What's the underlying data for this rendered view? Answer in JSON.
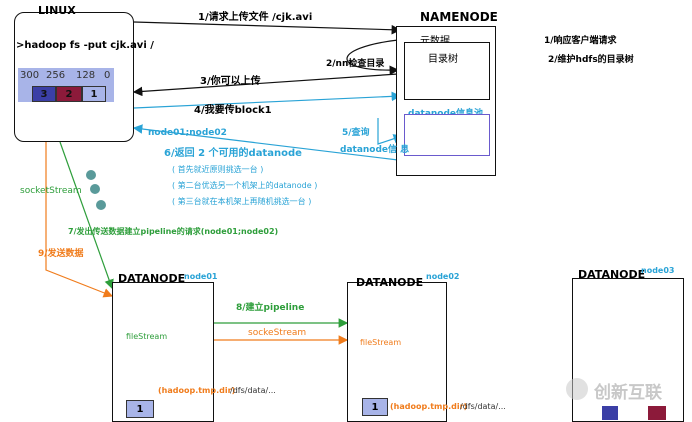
{
  "linux": {
    "title": "LINUX",
    "command": ">hadoop fs -put  cjk.avi   /",
    "offsets": [
      "300",
      "256",
      "128",
      "0"
    ],
    "blocks": [
      "3",
      "2",
      "1"
    ]
  },
  "namenode": {
    "title": "NAMENODE",
    "metadata_label": "元数据",
    "tree_label": "目录树",
    "datanode_pool_label": "datanode信息池",
    "datanode_info_label": "datanode信 息",
    "duties": [
      "1/响应客户端请求",
      "2/维护hdfs的目录树"
    ]
  },
  "steps": {
    "s1": "1/请求上传文件   /cjk.avi",
    "s2": "2/nn检查目录",
    "s3": "3/你可以上传",
    "s4": "4/我要传block1",
    "s5": "5/查询",
    "s6_nodes": "node01;node02",
    "s6": "6/返回 2 个可用的datanode",
    "hints": [
      "( 首先就近原则挑选一台 )",
      "( 第二台优选另一个机架上的datanode )",
      "( 第三台就在本机架上再随机挑选一台 )"
    ],
    "socket_stream": "socketStream",
    "s7": "7/发出传送数据建立pipeline的请求(node01;node02)",
    "s9": "9/发送数据",
    "s8": "8/建立pipeline",
    "socke_stream": "sockeStream"
  },
  "datanodes": [
    {
      "title": "DATANODE",
      "node": "node01",
      "stream": "fileStream",
      "path_tmp": "(hadoop.tmp.dir)",
      "path_rest": "/dfs/data/...",
      "block": "1"
    },
    {
      "title": "DATANODE",
      "node": "node02",
      "stream": "fileStream",
      "path_tmp": "(hadoop.tmp.dir)",
      "path_rest": "/dfs/data/...",
      "block": "1"
    },
    {
      "title": "DATANODE",
      "node": "node03"
    }
  ],
  "watermark": "创新互联",
  "colors": {
    "arrow_black": "#111111",
    "arrow_blue": "#29a3d6",
    "orange": "#f07c1c",
    "green": "#2e9e3b",
    "teal_dot": "#5a9a9a",
    "block_blue": "#3b3fa6",
    "block_red": "#8c1a3a",
    "block_light": "#a8b4e8"
  }
}
